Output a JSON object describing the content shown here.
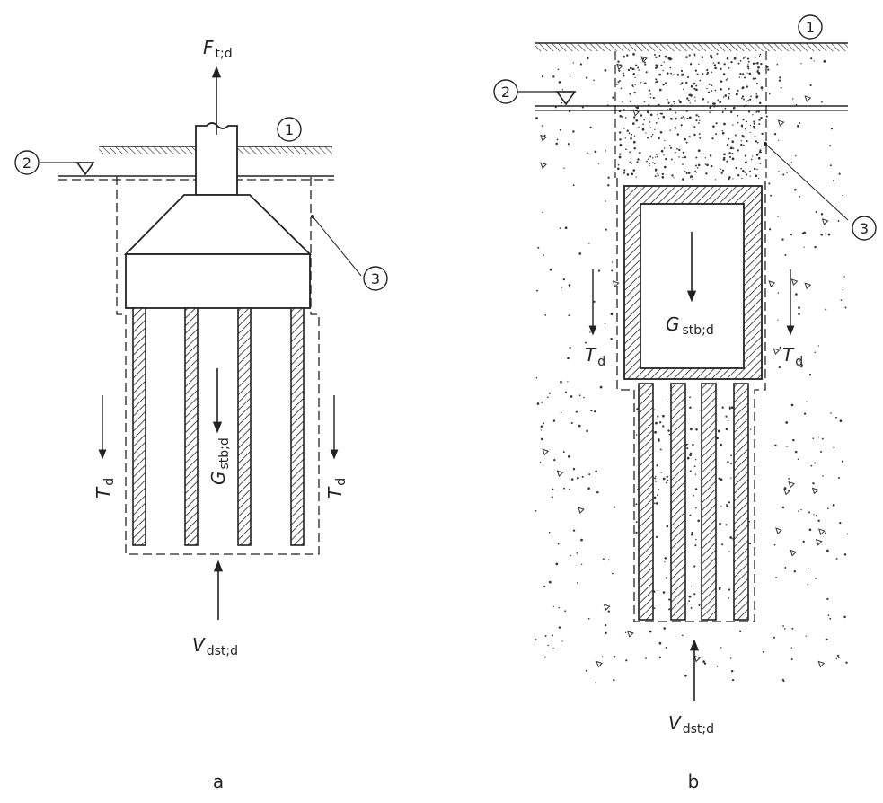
{
  "callouts": {
    "c1": "1",
    "c2": "2",
    "c3": "3"
  },
  "panel_a": {
    "caption": "a",
    "force_top": {
      "symbol": "F",
      "sub": "t;d"
    },
    "weight": {
      "symbol": "G",
      "sub": "stb;d"
    },
    "friction": {
      "symbol": "T",
      "sub": "d"
    },
    "uplift": {
      "symbol": "V",
      "sub": "dst;d"
    }
  },
  "panel_b": {
    "caption": "b",
    "weight": {
      "symbol": "G",
      "sub": "stb;d"
    },
    "friction": {
      "symbol": "T",
      "sub": "d"
    },
    "uplift": {
      "symbol": "V",
      "sub": "dst;d"
    }
  },
  "colors": {
    "line": "#222222",
    "background": "#ffffff"
  }
}
